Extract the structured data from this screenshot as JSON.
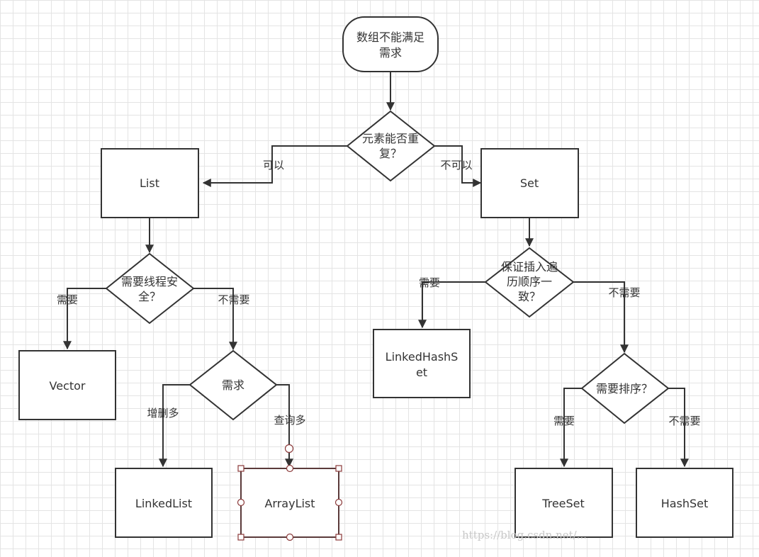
{
  "nodes": {
    "start": [
      "数组不能满足",
      "需求"
    ],
    "q_repeat": [
      "元素能否重",
      "复？"
    ],
    "list": [
      "List"
    ],
    "set": [
      "Set"
    ],
    "q_thread": [
      "需要线程安",
      "全？"
    ],
    "vector": [
      "Vector"
    ],
    "q_need": [
      "需求"
    ],
    "linkedlist": [
      "LinkedList"
    ],
    "arraylist": [
      "ArrayList"
    ],
    "q_order": [
      "保证插入遍",
      "历顺序一",
      "致？"
    ],
    "linkedhashset": [
      "LinkedHashS",
      "et"
    ],
    "q_sort": [
      "需要排序？"
    ],
    "treeset": [
      "TreeSet"
    ],
    "hashset": [
      "HashSet"
    ]
  },
  "edge_labels": {
    "can": "可以",
    "cannot": "不可以",
    "thread_need": "需要",
    "thread_no_need": "不需要",
    "add_delete": "增删多",
    "query": "查询多",
    "order_need": "需要",
    "order_no_need": "不需要",
    "sort_need": "需要",
    "sort_no_need": "不需要"
  },
  "watermark": "https://blog.csdn.net/..."
}
